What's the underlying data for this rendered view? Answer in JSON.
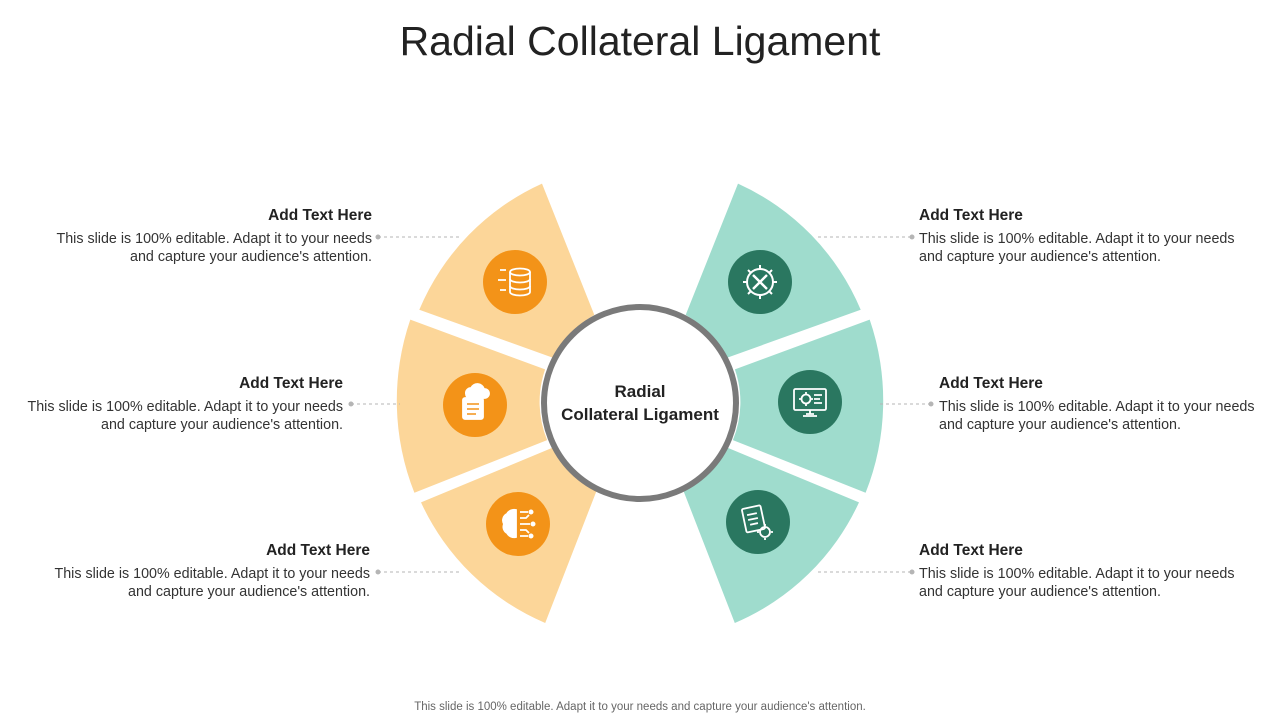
{
  "title": "Radial Collateral Ligament",
  "center": {
    "line1": "Radial",
    "line2": "Collateral Ligament"
  },
  "colors": {
    "left_segment": "#fcd699",
    "right_segment": "#9fdccd",
    "left_icon": "#f39318",
    "right_icon": "#2a7760",
    "ring": "#7a7a7a"
  },
  "items": {
    "left_top": {
      "heading": "Add Text Here",
      "body": "This slide is 100% editable. Adapt it to your needs and capture your audience's attention.",
      "icon": "database-icon"
    },
    "left_middle": {
      "heading": "Add Text Here",
      "body": "This slide is 100% editable. Adapt it to your needs and capture your audience's attention.",
      "icon": "cloud-document-icon"
    },
    "left_bottom": {
      "heading": "Add Text Here",
      "body": "This slide is 100% editable. Adapt it to your needs and capture your audience's attention.",
      "icon": "brain-circuit-icon"
    },
    "right_top": {
      "heading": "Add Text Here",
      "body": "This slide is 100% editable. Adapt it to your needs and capture your audience's attention.",
      "icon": "gear-tools-icon"
    },
    "right_middle": {
      "heading": "Add Text Here",
      "body": "This slide is 100% editable. Adapt it to your needs and capture your audience's attention.",
      "icon": "monitor-gear-icon"
    },
    "right_bottom": {
      "heading": "Add Text Here",
      "body": "This slide is 100% editable. Adapt it to your needs and capture your audience's attention.",
      "icon": "document-gear-icon"
    }
  },
  "footer": "This slide is 100% editable. Adapt it to your needs and capture your audience's attention."
}
